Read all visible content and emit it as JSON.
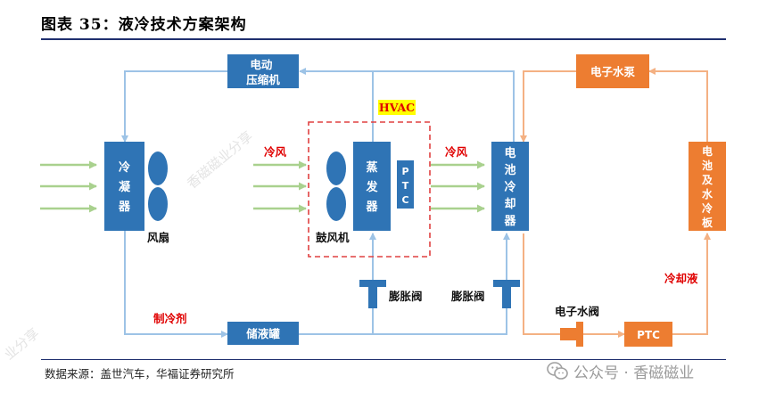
{
  "figure": {
    "title": "图表 35：液冷技术方案架构",
    "source": "数据来源：盖世汽车，华福证券研究所",
    "wechat_text": "公众号 · 香磁磁业",
    "watermark_text": "香磁磁业分享",
    "watermark_text_2": "业分享"
  },
  "nodes": {
    "compressor": "电动压缩机",
    "condenser": "冷凝器",
    "evaporator": "蒸发器",
    "ptc_hvac": "PTC",
    "battery_chiller": "电池冷却器",
    "water_pump": "电子水泵",
    "battery_plate": "电池及水冷板",
    "receiver": "储液罐",
    "ptc_bottom": "PTC"
  },
  "labels": {
    "hvac": "HVAC",
    "cold_air_left": "冷风",
    "cold_air_right": "冷风",
    "fan": "风扇",
    "blower": "鼓风机",
    "expansion_valve_1": "膨胀阀",
    "expansion_valve_2": "膨胀阀",
    "refrigerant": "制冷剂",
    "coolant": "冷却液",
    "water_valve": "电子水阀"
  },
  "colors": {
    "box_blue": "#2f74b5",
    "box_orange": "#ed7d31",
    "line_blue": "#9dc3e6",
    "line_orange": "#f4b183",
    "arrow_green": "#a9d18e",
    "hvac_dash": "#e04040",
    "hvac_bg": "#ffff00",
    "text_red": "#e00000",
    "rule": "#1f2f6e"
  }
}
